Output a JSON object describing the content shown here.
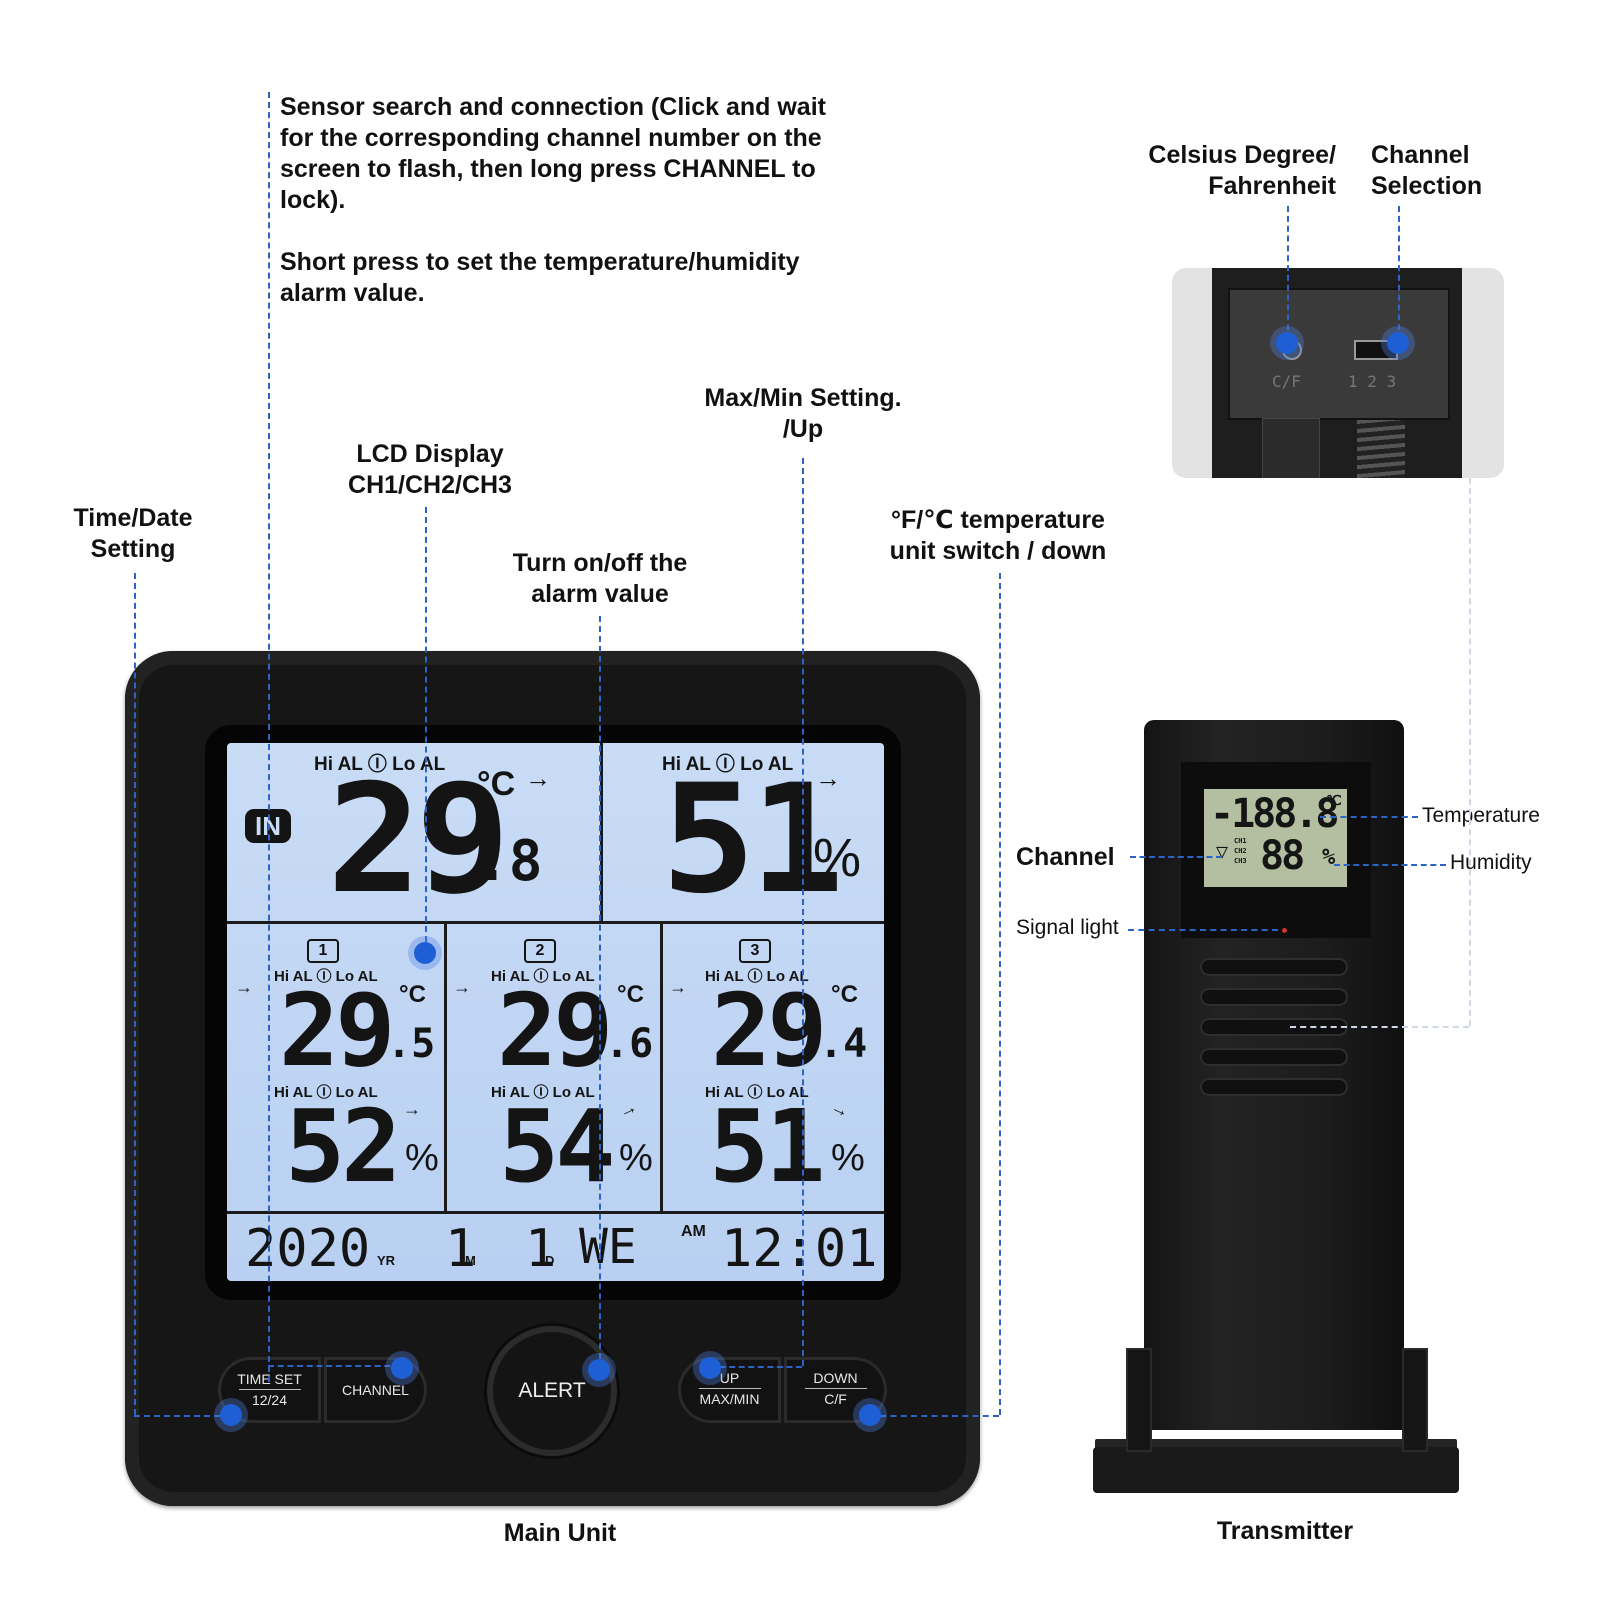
{
  "callouts": {
    "sensor_search": "Sensor search and connection (Click and wait\nfor the corresponding channel number on the\nscreen to flash, then long press CHANNEL to\nlock).\n\nShort press to set the temperature/humidity\nalarm value.",
    "lcd_display": "LCD Display\nCH1/CH2/CH3",
    "time_date": "Time/Date\nSetting",
    "alarm_toggle": "Turn on/off the\nalarm value",
    "max_min": "Max/Min Setting.\n/Up",
    "unit_switch": "°F/℃ temperature\nunit switch / down",
    "celsius": "Celsius Degree/\nFahrenheit",
    "channel_selection": "Channel\nSelection",
    "main_unit": "Main Unit",
    "transmitter": "Transmitter",
    "tx_temperature": "Temperature",
    "tx_humidity": "Humidity",
    "tx_channel": "Channel",
    "tx_signal": "Signal light"
  },
  "lcd": {
    "alarm_label": "Hi AL Ⓘ Lo AL",
    "in_badge": "IN",
    "indoor_temp": "29",
    "indoor_temp_decimal": ".8",
    "temp_unit": "°C",
    "indoor_humidity": "51",
    "percent": "%",
    "arrow": "→",
    "channels": [
      {
        "num": "1",
        "temp": "29",
        "temp_dec": ".5",
        "humidity": "52"
      },
      {
        "num": "2",
        "temp": "29",
        "temp_dec": ".6",
        "humidity": "54"
      },
      {
        "num": "3",
        "temp": "29",
        "temp_dec": ".4",
        "humidity": "51"
      }
    ],
    "year": "2020",
    "year_suffix": "YR",
    "month": "1",
    "month_suffix": "M",
    "day": "1",
    "day_suffix": "D",
    "weekday": "WE",
    "ampm": "AM",
    "time": "12:01"
  },
  "buttons": {
    "time_set": "TIME SET",
    "time_set_sub": "12/24",
    "channel": "CHANNEL",
    "alert": "ALERT",
    "up": "UP",
    "up_sub": "MAX/MIN",
    "down": "DOWN",
    "down_sub": "C/F"
  },
  "transmitter_lcd": {
    "temp": "-188.8",
    "unit": "℃",
    "humidity": "88",
    "percent": "%",
    "ch1": "CH1",
    "ch2": "CH2",
    "ch3": "CH3"
  },
  "inset": {
    "cf_label": "C/F",
    "ch_label": "1 2 3"
  },
  "colors": {
    "lead_line": "#2b63c7",
    "marker": "#1f5fd6",
    "lcd_backlight": "#c9dcf6",
    "device_body": "#161616"
  }
}
